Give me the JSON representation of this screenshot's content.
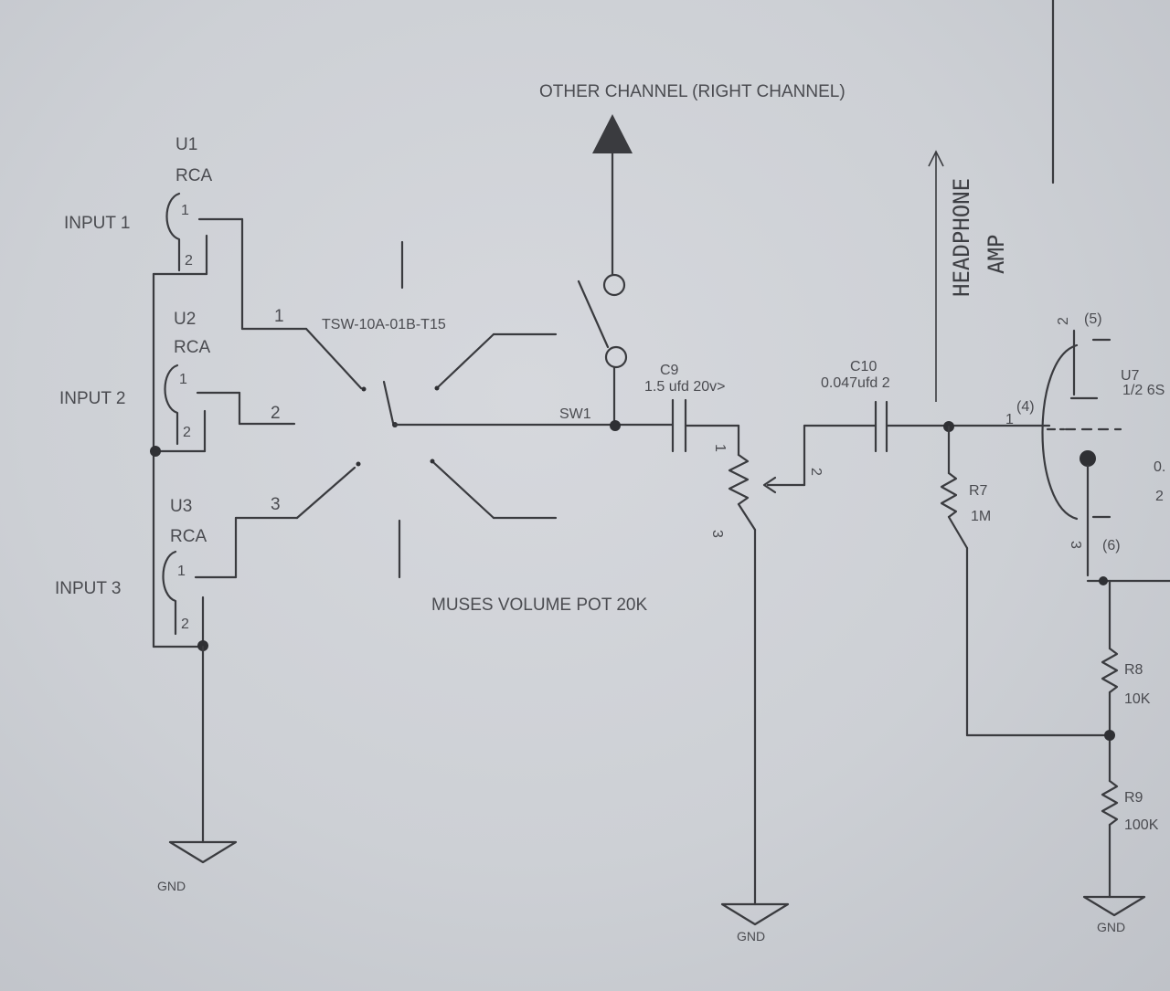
{
  "labels": {
    "other_channel": "OTHER CHANNEL (RIGHT CHANNEL)",
    "u1": "U1",
    "u1_type": "RCA",
    "input1": "INPUT 1",
    "u2": "U2",
    "u2_type": "RCA",
    "input2": "INPUT 2",
    "u3": "U3",
    "u3_type": "RCA",
    "input3": "INPUT 3",
    "pin1": "1",
    "pin2": "2",
    "pin3": "3",
    "switch_part": "TSW-10A-01B-T15",
    "sw1": "SW1",
    "c9": "C9",
    "c9_value": "1.5 ufd 20v>",
    "c10": "C10",
    "c10_value": "0.047ufd 2",
    "pot": "MUSES VOLUME POT 20K",
    "r7": "R7",
    "r7_value": "1M",
    "r8": "R8",
    "r8_value": "10K",
    "r9": "R9",
    "r9_value": "100K",
    "u7": "U7",
    "u7_value": "1/2 6S",
    "tube_pin5": "(5)",
    "tube_pin4": "(4)",
    "tube_pin6": "(6)",
    "edge_1": "0.",
    "edge_2": "2",
    "gnd": "GND",
    "headphone": "HEADPHONE",
    "amp": "AMP"
  }
}
